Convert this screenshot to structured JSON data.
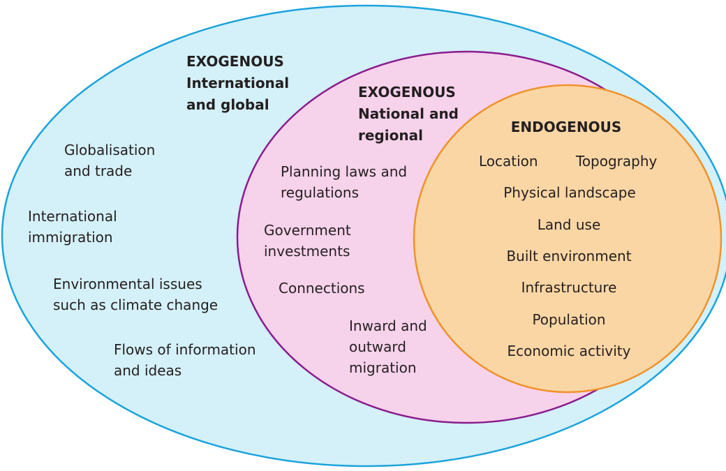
{
  "colors": {
    "outer_fill": "#d4f0f8",
    "outer_stroke": "#1aa3dc",
    "middle_fill": "#f7d2eb",
    "middle_stroke": "#8a1c8c",
    "inner_fill": "#fad6a5",
    "inner_stroke": "#f0922a",
    "text": "#231f20"
  },
  "outer": {
    "heading": [
      "EXOGENOUS",
      "International",
      "and global"
    ],
    "items": [
      [
        "Globalisation",
        "and trade"
      ],
      [
        "International",
        "immigration"
      ],
      [
        "Environmental issues",
        "such as climate change"
      ],
      [
        "Flows of information",
        "and ideas"
      ]
    ]
  },
  "middle": {
    "heading": [
      "EXOGENOUS",
      "National and",
      "regional"
    ],
    "items": [
      [
        "Planning laws and",
        "regulations"
      ],
      [
        "Government",
        "investments"
      ],
      [
        "Connections"
      ],
      [
        "Inward and",
        "outward",
        "migration"
      ]
    ]
  },
  "inner": {
    "heading": [
      "ENDOGENOUS"
    ],
    "items": [
      [
        "Location"
      ],
      [
        "Topography"
      ],
      [
        "Physical landscape"
      ],
      [
        "Land use"
      ],
      [
        "Built environment"
      ],
      [
        "Infrastructure"
      ],
      [
        "Population"
      ],
      [
        "Economic activity"
      ]
    ]
  }
}
